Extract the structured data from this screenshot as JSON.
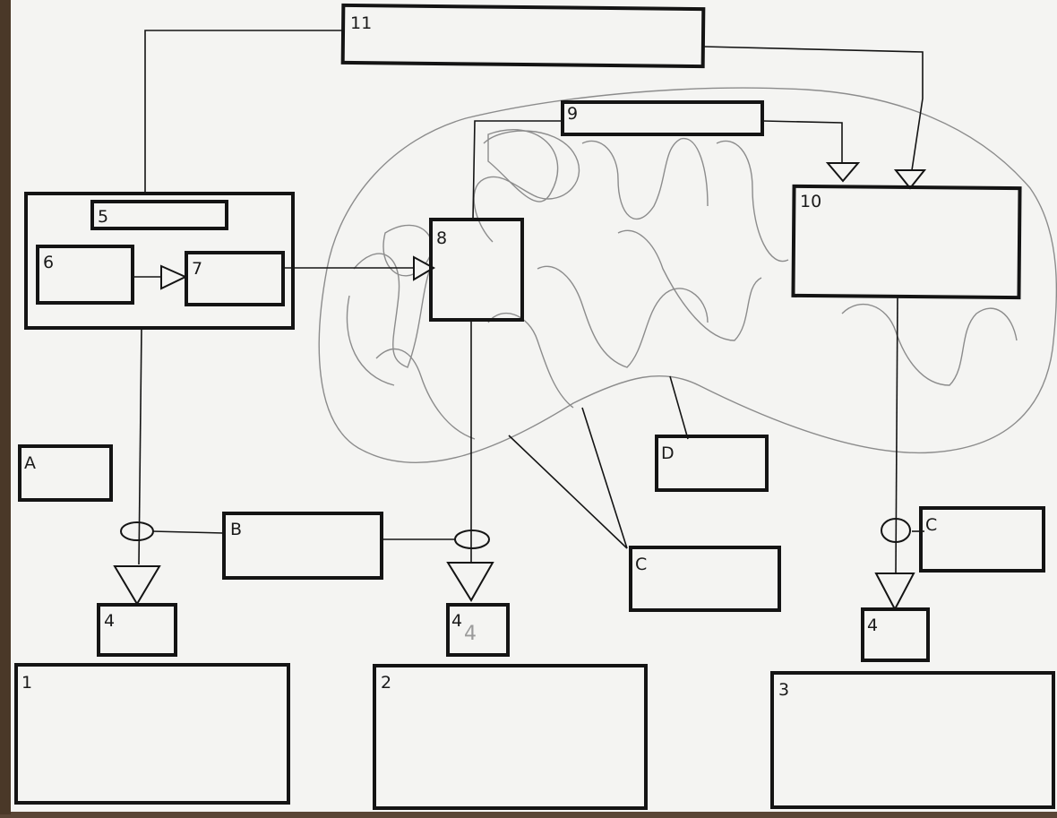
{
  "boxes": {
    "b11": "11",
    "b9": "9",
    "b5": "5",
    "b6": "6",
    "b7": "7",
    "b8": "8",
    "b10": "10",
    "bA": "A",
    "bB": "B",
    "bC1": "C",
    "bC2": "C",
    "bD": "D",
    "b4a": "4",
    "b4b": "4",
    "b4b_pencil": "4",
    "b4c": "4",
    "b1": "1",
    "b2": "2",
    "b3": "3"
  },
  "colors": {
    "paper": "#f4f4f2",
    "ink": "#141414",
    "pencil": "#8c8c8c",
    "background": "#5a4636"
  }
}
